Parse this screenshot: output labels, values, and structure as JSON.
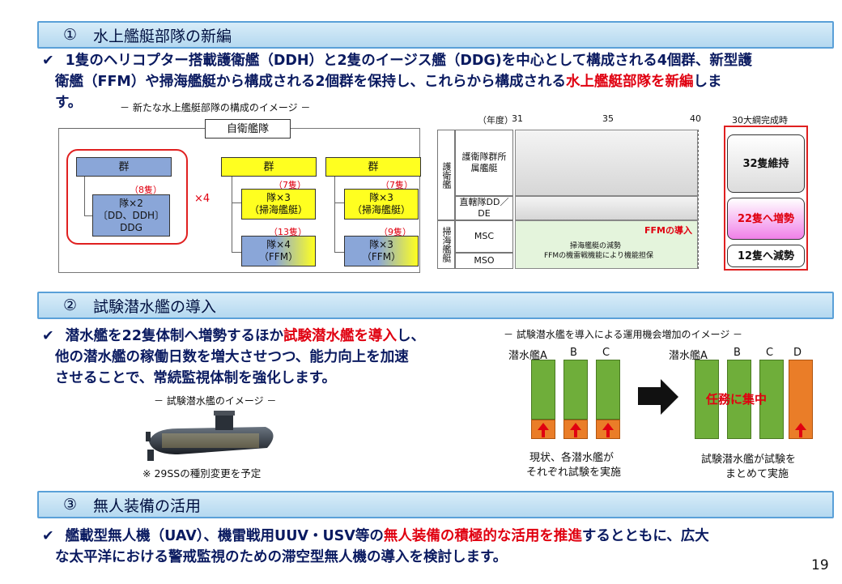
{
  "page_number": "19",
  "section1": {
    "number": "①",
    "title": "水上艦艇部隊の新編",
    "bullet_line1": "1隻のヘリコプター搭載護衛艦（DDH）と2隻のイージス艦（DDG)を中心として構成される4個群、新型護",
    "bullet_line2_pre": "衛艦（FFM）や掃海艦艇から構成される2個群を保持し、これらから構成される",
    "bullet_line2_red": "水上艦艇部隊を新編",
    "bullet_line2_post": "しま",
    "bullet_line3": "す。",
    "diagram_caption": "－  新たな水上艦艇部隊の構成のイメージ  －",
    "org": {
      "top": "自衛艦隊",
      "group": "群",
      "count_8": "（8隻）",
      "unit_ddh_1": "隊×2",
      "unit_ddh_2": "〔DD、DDH〕",
      "unit_ddh_3": "DDG",
      "times4": "×4",
      "count_7": "（7隻）",
      "unit_minesweep_1": "隊×3",
      "unit_minesweep_2": "（掃海艦艇）",
      "count_13": "（13隻）",
      "count_9": "（9隻）",
      "unit_ffm4_1": "隊×4",
      "unit_ffm3_1": "隊×3",
      "unit_ffm_2": "（FFM）"
    },
    "timeline": {
      "year_label": "（年度）",
      "y31": "31",
      "y35": "35",
      "y40": "40",
      "completion": "30大綱完成時",
      "cat_escort": "護衛艦",
      "cat_mine": "掃海艦艇",
      "row1": "護衛隊群所属艦艇",
      "row2": "直轄隊DD／DE",
      "row3": "MSC",
      "row4": "MSO",
      "ffm_intro": "FFMの導入",
      "mine_note1": "掃海艦艇の減勢",
      "mine_note2": "FFMの機雷戦機能により機能担保",
      "result1": "32隻維持",
      "result2": "22隻へ増勢",
      "result3": "12隻へ減勢"
    }
  },
  "section2": {
    "number": "②",
    "title": "試験潜水艦の導入",
    "line1_pre": "潜水艦を22隻体制へ増勢するほか",
    "line1_red": "試験潜水艦を導入",
    "line1_post": "し、",
    "line2": "他の潜水艦の稼働日数を増大させつつ、能力向上を加速",
    "line3": "させることで、常続監視体制を強化します。",
    "image_caption": "－  試験潜水艦のイメージ  －",
    "note": "※  29SSの種別変更を予定",
    "chart_caption": "－  試験潜水艦を導入による運用機会増加のイメージ  －",
    "left_labels": [
      "潜水艦A",
      "B",
      "C"
    ],
    "right_labels": [
      "潜水艦A",
      "B",
      "C",
      "D"
    ],
    "focus_label": "任務に集中",
    "left_note1": "現状、各潜水艦が",
    "left_note2": "それぞれ試験を実施",
    "right_note1": "試験潜水艦が試験を",
    "right_note2": "まとめて実施"
  },
  "section3": {
    "number": "③",
    "title": "無人装備の活用",
    "line1_pre": "艦載型無人機（UAV）、機雷戦用UUV・USV等の",
    "line1_red": "無人装備の積極的な活用を推進",
    "line1_post": "するとともに、広大",
    "line2": "な太平洋における警戒監視のための滞空型無人機の導入を検討します。"
  },
  "colors": {
    "header_border": "#5aa0d8",
    "text_navy": "#0a1a60",
    "accent_red": "#e00010",
    "bar_green": "#6fae3a",
    "bar_orange": "#ea7d28"
  }
}
